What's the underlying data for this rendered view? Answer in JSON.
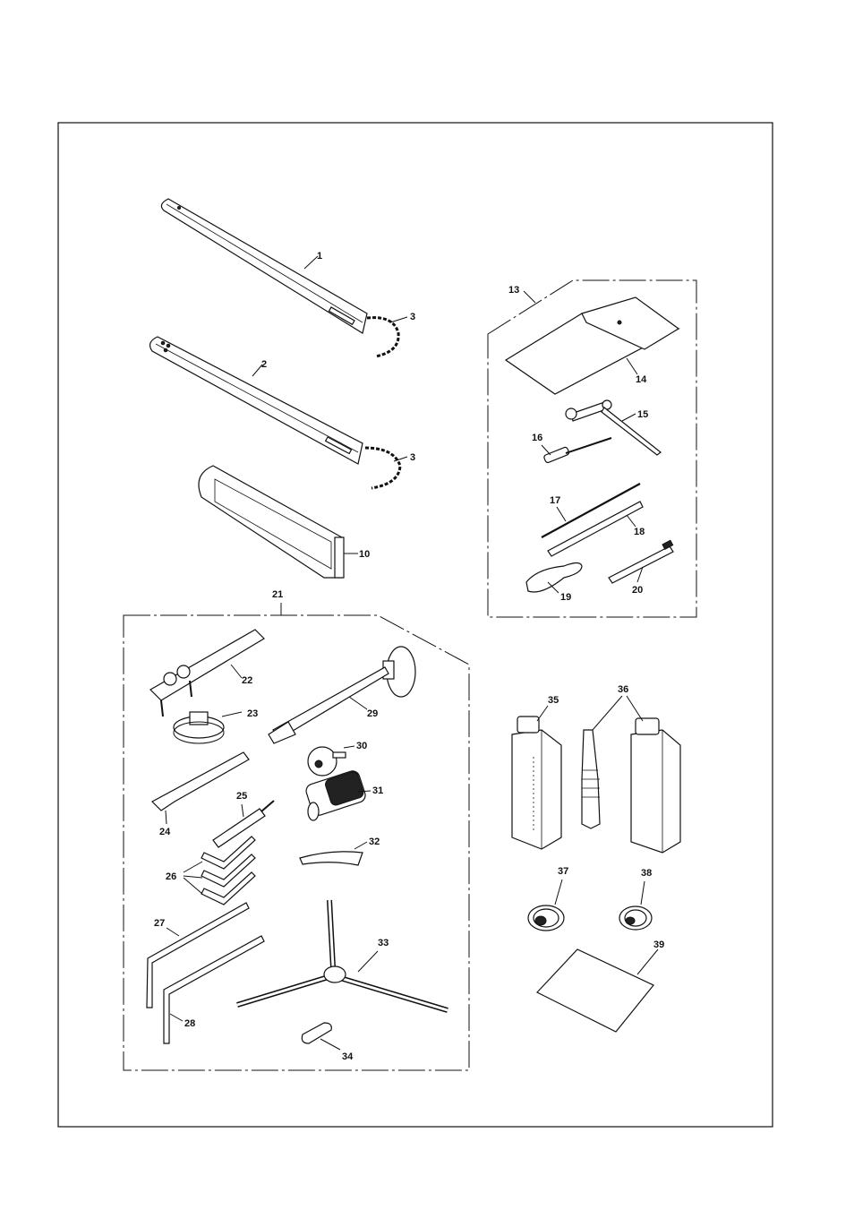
{
  "labels": {
    "p1": "1",
    "p2": "2",
    "p3a": "3",
    "p3b": "3",
    "p10": "10",
    "p13": "13",
    "p14": "14",
    "p15": "15",
    "p16": "16",
    "p17": "17",
    "p18": "18",
    "p19": "19",
    "p20": "20",
    "p21": "21",
    "p22": "22",
    "p23": "23",
    "p24": "24",
    "p25": "25",
    "p26": "26",
    "p27": "27",
    "p28": "28",
    "p29": "29",
    "p30": "30",
    "p31": "31",
    "p32": "32",
    "p33": "33",
    "p34": "34",
    "p35": "35",
    "p36": "36",
    "p37": "37",
    "p38": "38",
    "p39": "39"
  }
}
